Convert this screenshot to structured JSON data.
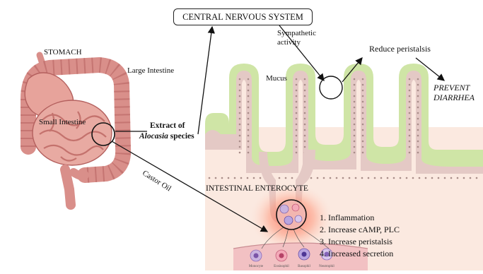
{
  "labels": {
    "central_nervous_system": "CENTRAL NERVOUS SYSTEM",
    "sympathetic_activity_line1": "Sympathetic",
    "sympathetic_activity_line2": "activity",
    "reduce_peristalsis": "Reduce peristalsis",
    "prevent_diarrhea_line1": "PREVENT",
    "prevent_diarrhea_line2": "DIARRHEA",
    "stomach": "STOMACH",
    "large_intestine": "Large Intestine",
    "small_intestine": "Small Intestine",
    "mucus": "Mucus",
    "extract_line1": "Extract of",
    "extract_genus": "Alocasia",
    "extract_species": " species",
    "castor_oil": "Castor Oil",
    "intestinal_enterocyte": "INTESTINAL ENTEROCYTE"
  },
  "effects": [
    "1. Inflammation",
    "2. Increase cAMP, PLC",
    "3. Increase peristalsis",
    "4. Increased secretion"
  ],
  "cell_labels": [
    "Monocyte",
    "Eosinophil",
    "Basophil",
    "Neutrophil"
  ],
  "colors": {
    "mucosa_green": "#cfe5a6",
    "tissue_pink": "#e4c9c5",
    "cell_dots": "#a88c88",
    "background_tissue": "#fbe9e0",
    "gut_pink": "#d98f8a",
    "gut_dark": "#b4605e",
    "inflammation_red": "#f07a6a",
    "immune_purple": "#9b7fc9"
  }
}
